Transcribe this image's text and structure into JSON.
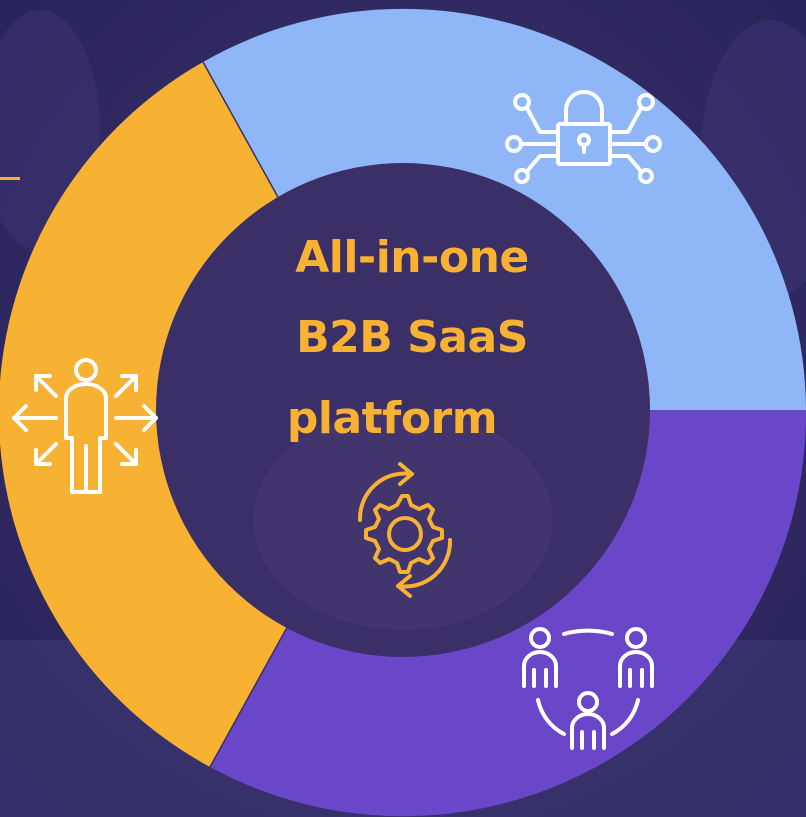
{
  "center": {
    "line1": "All-in-one",
    "line2": " B2B SaaS",
    "line3": "platform"
  },
  "segments": [
    {
      "label": "",
      "icon": "lock-network-icon",
      "color": "#8fb7f8"
    },
    {
      "label": "",
      "icon": "team-network-icon",
      "color": "#6a46c8"
    },
    {
      "label": "",
      "icon": "person-arrows-icon",
      "color": "#f7b233"
    }
  ],
  "center_icon": "gear-cycle-icon",
  "colors": {
    "accent": "#f7b233",
    "background": "#2f2a5c",
    "center_fill": "#3a2f66",
    "icon_stroke": "#ffffff"
  }
}
